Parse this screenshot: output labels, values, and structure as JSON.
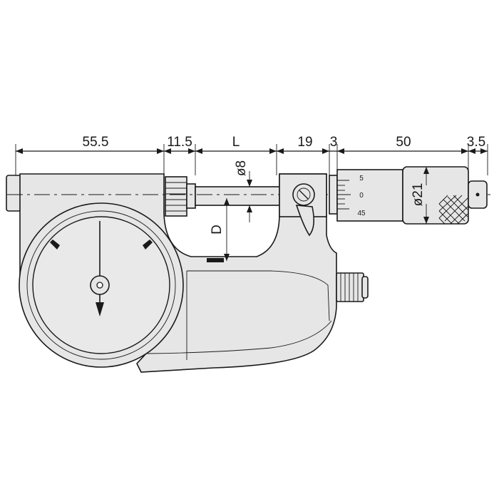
{
  "dimensions": {
    "frame_length": "55.5",
    "anvil_length": "11.5",
    "measuring_length": "L",
    "sleeve_length": "19",
    "gap": "3",
    "thimble_length": "50",
    "ratchet_length": "3.5",
    "spindle_diameter": "ø8",
    "thimble_diameter": "ø21",
    "throat_depth": "D"
  },
  "thimble_scale": {
    "upper": "5",
    "middle": "0",
    "lower": "45"
  },
  "colors": {
    "line": "#1a1a1a",
    "body": "#e6e6e6",
    "dial_face": "#e9e9e9"
  }
}
